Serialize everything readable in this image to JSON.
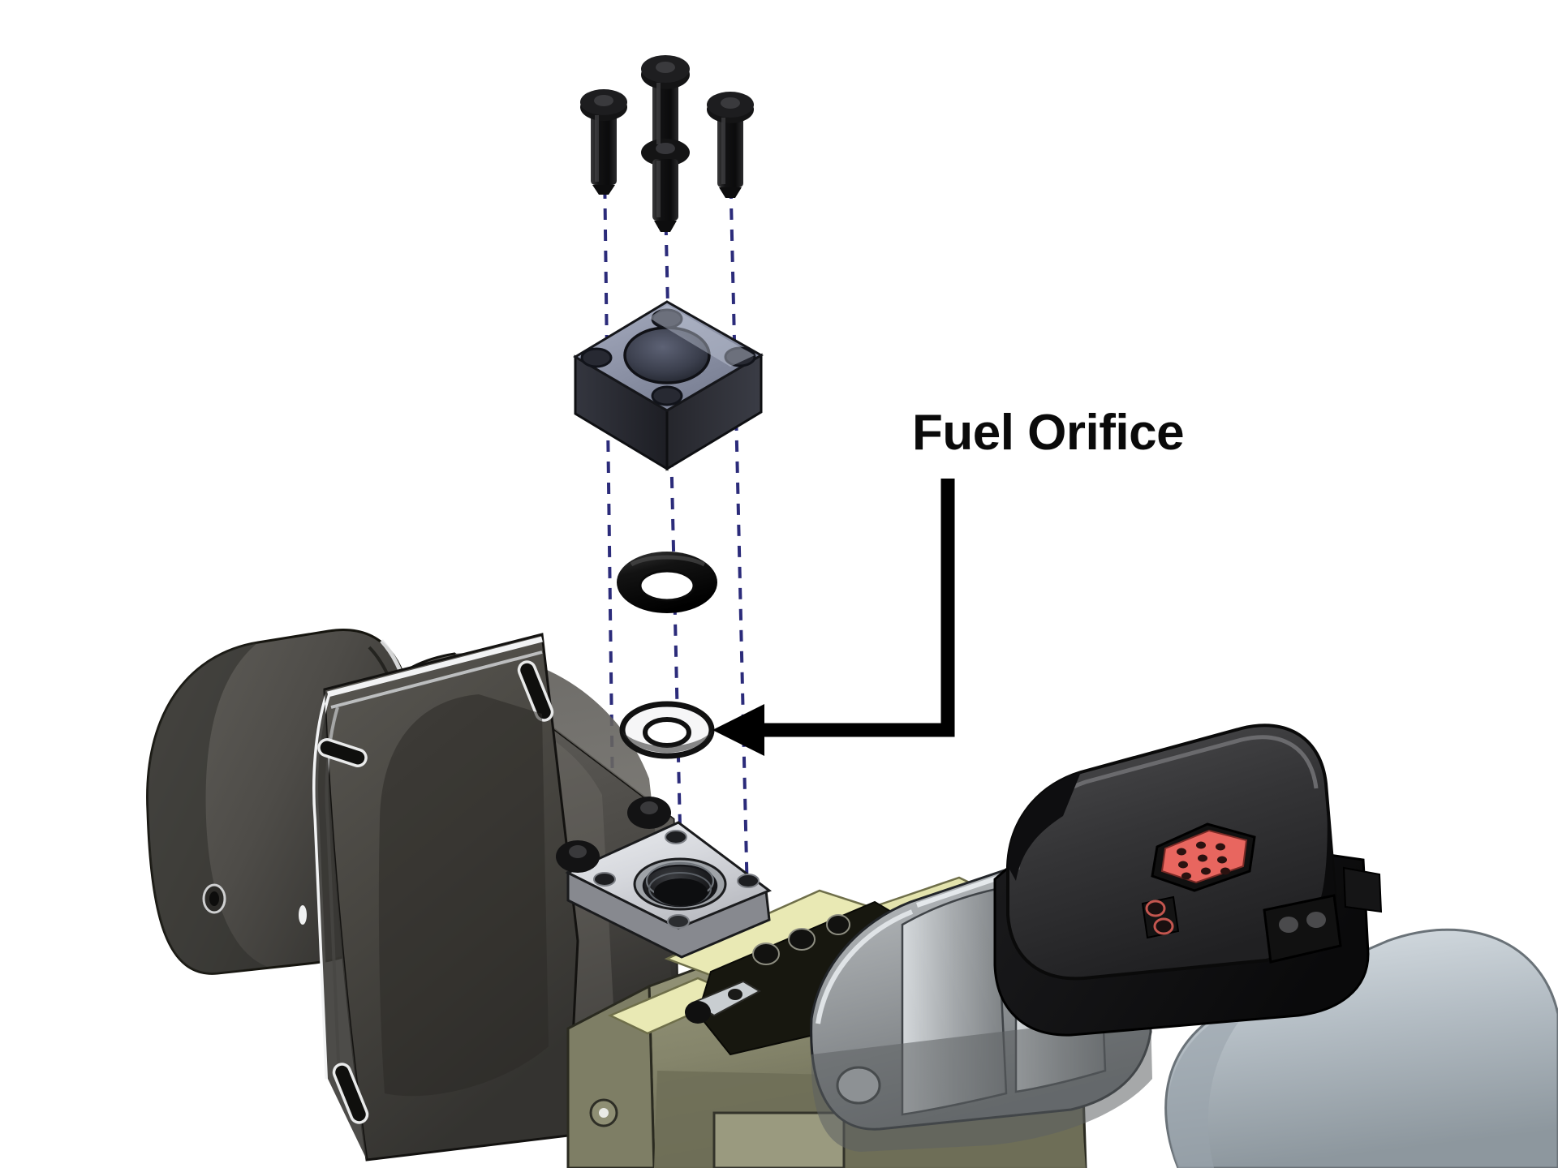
{
  "diagram": {
    "type": "exploded-assembly-illustration",
    "subject": "Burner fuel orifice assembly",
    "background_color": "#ffffff"
  },
  "callout": {
    "label": "Fuel Orifice",
    "label_color": "#0a0a0a",
    "leader_color": "#000000",
    "leader_shape": "L-shaped elbow, vertical then horizontal-left with arrowhead",
    "points_to": "fuel-orifice-washer"
  },
  "centerlines": {
    "color": "#2b2b7a",
    "style": "dashed",
    "count": 3,
    "description": "Three vertical dashed assembly axes aligning screws, flange block, o-ring, orifice and mounting plate"
  },
  "parts": [
    {
      "id": "screw-left",
      "name": "Socket head cap screw (left)",
      "color": "#151515"
    },
    {
      "id": "screw-center",
      "name": "Socket head cap screw (center, long)",
      "color": "#151515"
    },
    {
      "id": "screw-right",
      "name": "Socket head cap screw (right)",
      "color": "#151515"
    },
    {
      "id": "flange-block",
      "name": "Square fuel block / adapter",
      "top_face_color": "#8d93a8",
      "side_face_color": "#2a2c33",
      "features": "4 corner bolt holes, central bore"
    },
    {
      "id": "o-ring",
      "name": "O-ring seal",
      "color": "#111111"
    },
    {
      "id": "fuel-orifice-washer",
      "name": "Fuel Orifice",
      "color": "#f4f4f4",
      "outline": "#111111",
      "features": "thin annular disc with metering hole"
    },
    {
      "id": "mounting-plate",
      "name": "Mounting plate / manifold pad",
      "color": "#d9dade",
      "features": "threaded central bore, 4 corner holes"
    },
    {
      "id": "burner-tube",
      "name": "Burner tube / blast tube assembly",
      "color": "#4c4a46"
    },
    {
      "id": "mounting-flange",
      "name": "Burner mounting flange with slotted holes",
      "color": "#46443f"
    },
    {
      "id": "pump-body",
      "name": "Fuel pump / housing body",
      "color": "#8a8a6e"
    },
    {
      "id": "valve-cover",
      "name": "Ribbed valve cover",
      "color": "#9a9ea1"
    },
    {
      "id": "gasket-strip",
      "name": "Gasket strip",
      "color": "#e9e9b4"
    },
    {
      "id": "control-module",
      "name": "Black control / ignition module",
      "color": "#1b1b1b"
    },
    {
      "id": "connector-red",
      "name": "Red multi-pin connector",
      "color": "#e8665f",
      "pins": 9
    },
    {
      "id": "terminal-block",
      "name": "Terminal block",
      "color": "#111111"
    },
    {
      "id": "motor-housing",
      "name": "Motor / blower housing",
      "color": "#b9c2c8"
    }
  ]
}
